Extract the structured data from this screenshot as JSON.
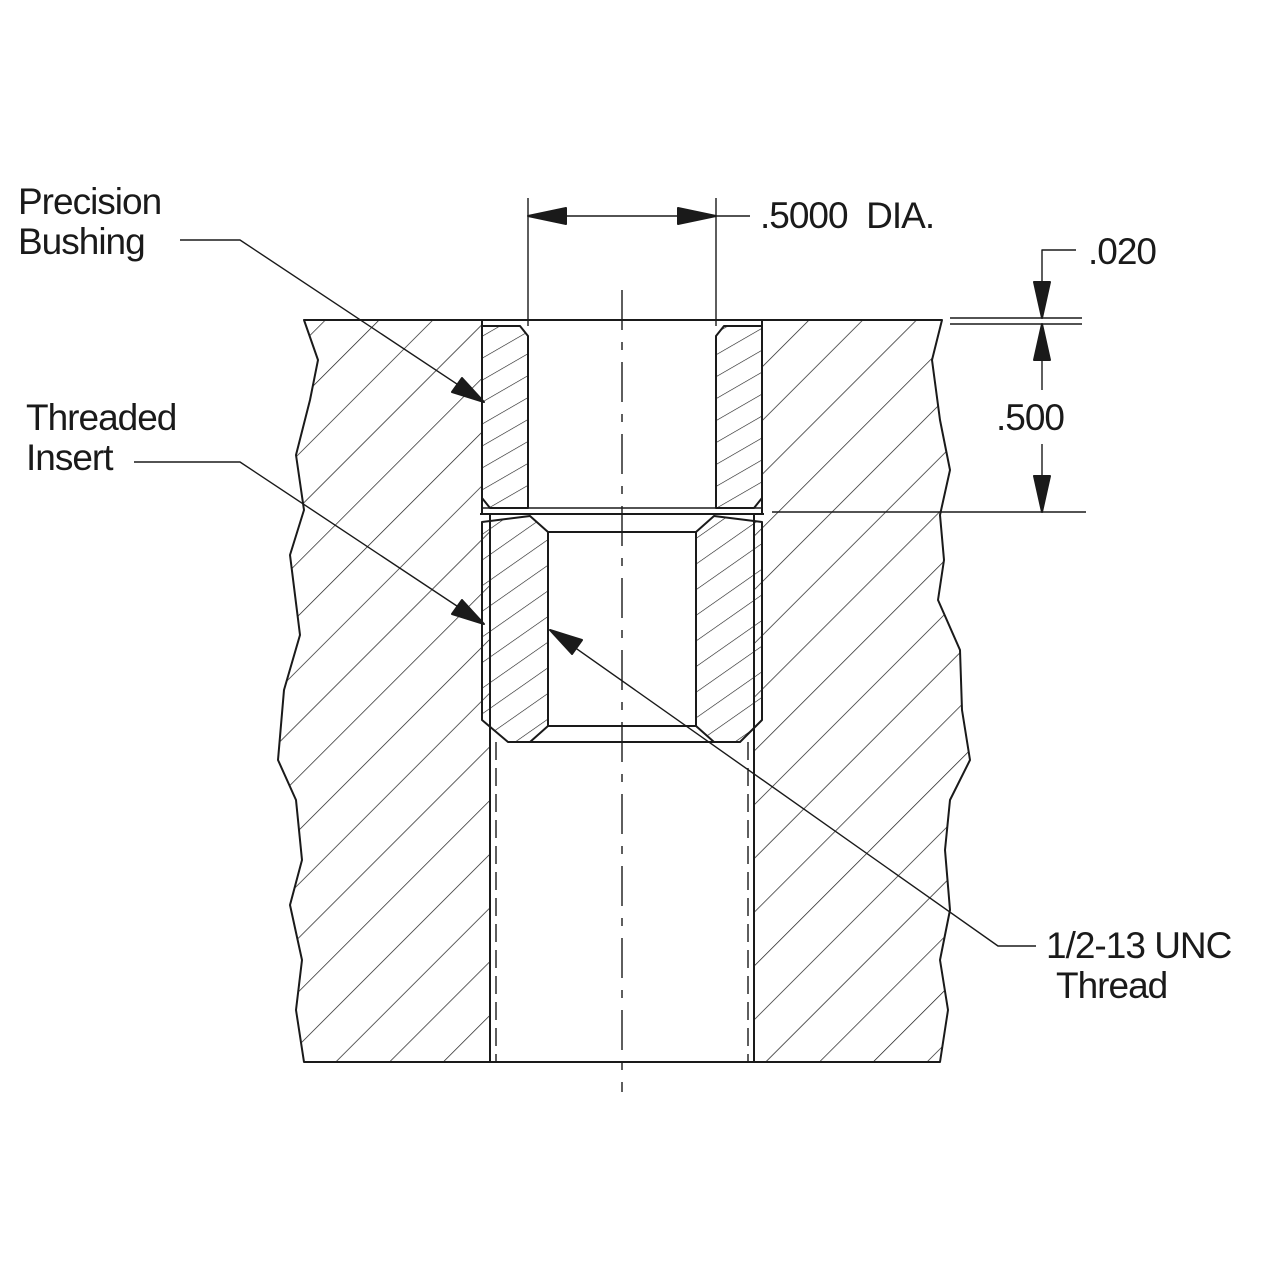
{
  "labels": {
    "precision_bushing": [
      "Precision",
      "Bushing"
    ],
    "threaded_insert": [
      "Threaded",
      "Insert"
    ],
    "thread_spec": [
      "1/2-13 UNC",
      "Thread"
    ]
  },
  "dimensions": {
    "bore_diameter": ".5000  DIA.",
    "recess_depth": ".020",
    "bushing_length": ".500"
  },
  "colors": {
    "line": "#1a1a1a",
    "background": "#ffffff"
  }
}
